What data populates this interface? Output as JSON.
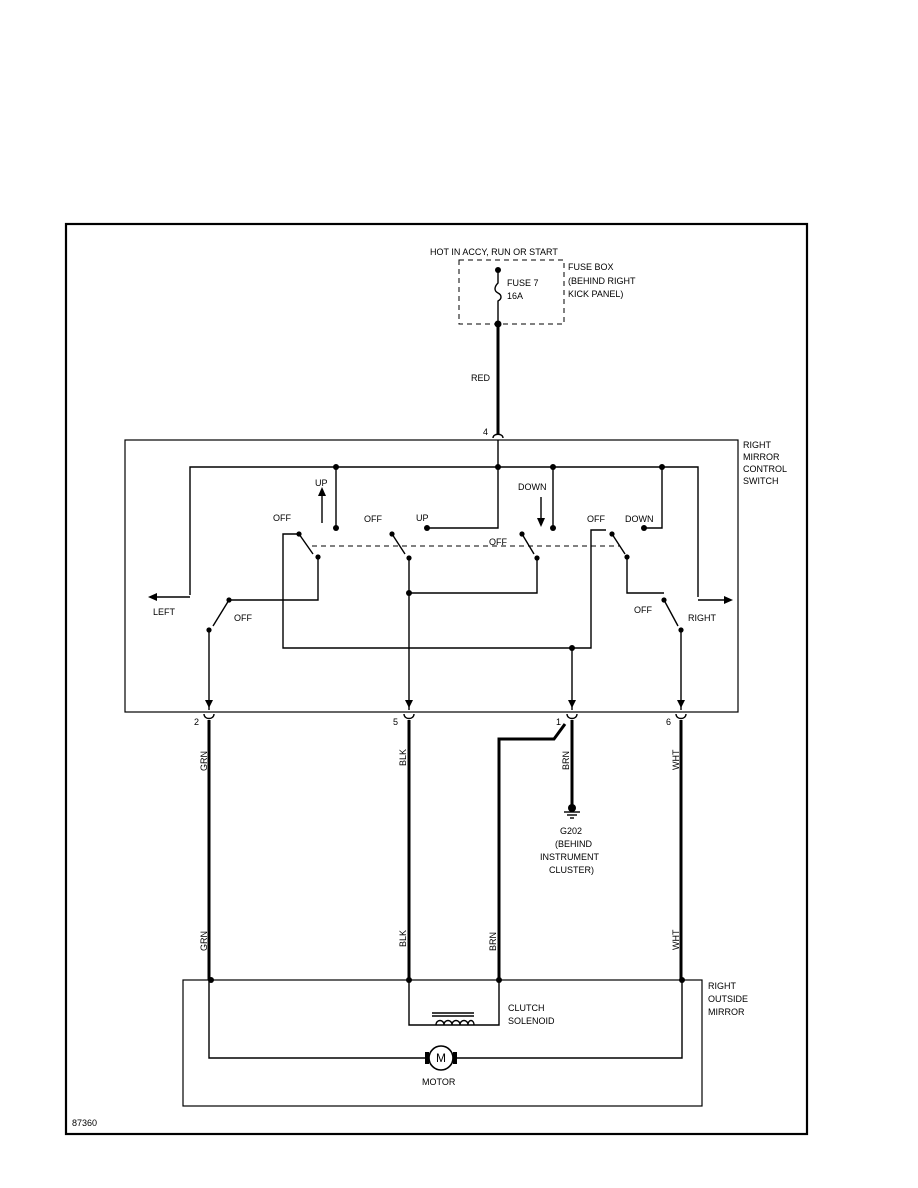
{
  "diagram": {
    "power_source": "HOT IN ACCY, RUN OR START",
    "fuse_box": {
      "fuse_line1": "FUSE 7",
      "fuse_line2": "16A",
      "box_line1": "FUSE BOX",
      "box_line2": "(BEHIND RIGHT",
      "box_line3": "KICK PANEL)"
    },
    "switch": {
      "title_line1": "RIGHT",
      "title_line2": "MIRROR",
      "title_line3": "CONTROL",
      "title_line4": "SWITCH",
      "label_up_arrow": "UP",
      "label_up": "UP",
      "label_down_arrow": "DOWN",
      "label_down": "DOWN",
      "label_off": "OFF",
      "label_left": "LEFT",
      "label_right": "RIGHT"
    },
    "pins": {
      "p4": "4",
      "p2": "2",
      "p5": "5",
      "p1": "1",
      "p6": "6"
    },
    "wires": {
      "red": "RED",
      "grn": "GRN",
      "blk": "BLK",
      "brn": "BRN",
      "wht": "WHT"
    },
    "ground": {
      "name": "G202",
      "line2": "(BEHIND",
      "line3": "INSTRUMENT",
      "line4": "CLUSTER)"
    },
    "mirror": {
      "title_line1": "RIGHT",
      "title_line2": "OUTSIDE",
      "title_line3": "MIRROR",
      "clutch_line1": "CLUTCH",
      "clutch_line2": "SOLENOID",
      "motor_symbol": "M",
      "motor_label": "MOTOR"
    },
    "figure_id": "87360"
  }
}
